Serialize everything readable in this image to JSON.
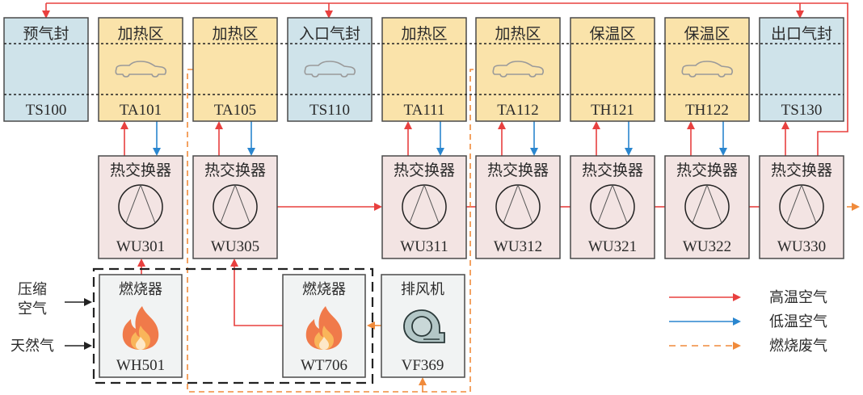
{
  "zones": [
    {
      "title": "预气封",
      "id": "TS100",
      "type": "seal",
      "car": false
    },
    {
      "title": "加热区",
      "id": "TA101",
      "type": "heat",
      "car": true
    },
    {
      "title": "加热区",
      "id": "TA105",
      "type": "heat",
      "car": false
    },
    {
      "title": "入口气封",
      "id": "TS110",
      "type": "seal",
      "car": true
    },
    {
      "title": "加热区",
      "id": "TA111",
      "type": "heat",
      "car": false
    },
    {
      "title": "加热区",
      "id": "TA112",
      "type": "heat",
      "car": true
    },
    {
      "title": "保温区",
      "id": "TH121",
      "type": "heat",
      "car": false
    },
    {
      "title": "保温区",
      "id": "TH122",
      "type": "heat",
      "car": true
    },
    {
      "title": "出口气封",
      "id": "TS130",
      "type": "seal",
      "car": false
    }
  ],
  "heat_exchangers": [
    {
      "title": "热交换器",
      "id": "WU301",
      "zone": 1
    },
    {
      "title": "热交换器",
      "id": "WU305",
      "zone": 2
    },
    {
      "title": "热交换器",
      "id": "WU311",
      "zone": 4
    },
    {
      "title": "热交换器",
      "id": "WU312",
      "zone": 5
    },
    {
      "title": "热交换器",
      "id": "WU321",
      "zone": 6
    },
    {
      "title": "热交换器",
      "id": "WU322",
      "zone": 7
    },
    {
      "title": "热交换器",
      "id": "WU330",
      "zone": 8
    }
  ],
  "burners": [
    {
      "title": "燃烧器",
      "id": "WH501",
      "icon": "flame-icon"
    },
    {
      "title": "燃烧器",
      "id": "WT706",
      "icon": "flame-icon"
    }
  ],
  "fan": {
    "title": "排风机",
    "id": "VF369",
    "icon": "fan-icon"
  },
  "inputs": [
    {
      "label_lines": [
        "压缩",
        "空气"
      ]
    },
    {
      "label_lines": [
        "天然气"
      ]
    }
  ],
  "legend": [
    {
      "label": "高温空气",
      "style": "solid",
      "color": "#e8403f"
    },
    {
      "label": "低温空气",
      "style": "solid",
      "color": "#2a86cf"
    },
    {
      "label": "燃烧废气",
      "style": "dashed",
      "color": "#f08a3a"
    }
  ],
  "colors": {
    "seal_fill": "#cfe3ea",
    "heat_fill": "#fae3aa",
    "hx_fill": "#f3e4e3",
    "burner_fill": "#f1f3f3",
    "hot": "#e8403f",
    "cold": "#2a86cf",
    "exhaust": "#f08a3a",
    "border": "#4a4a4a"
  }
}
